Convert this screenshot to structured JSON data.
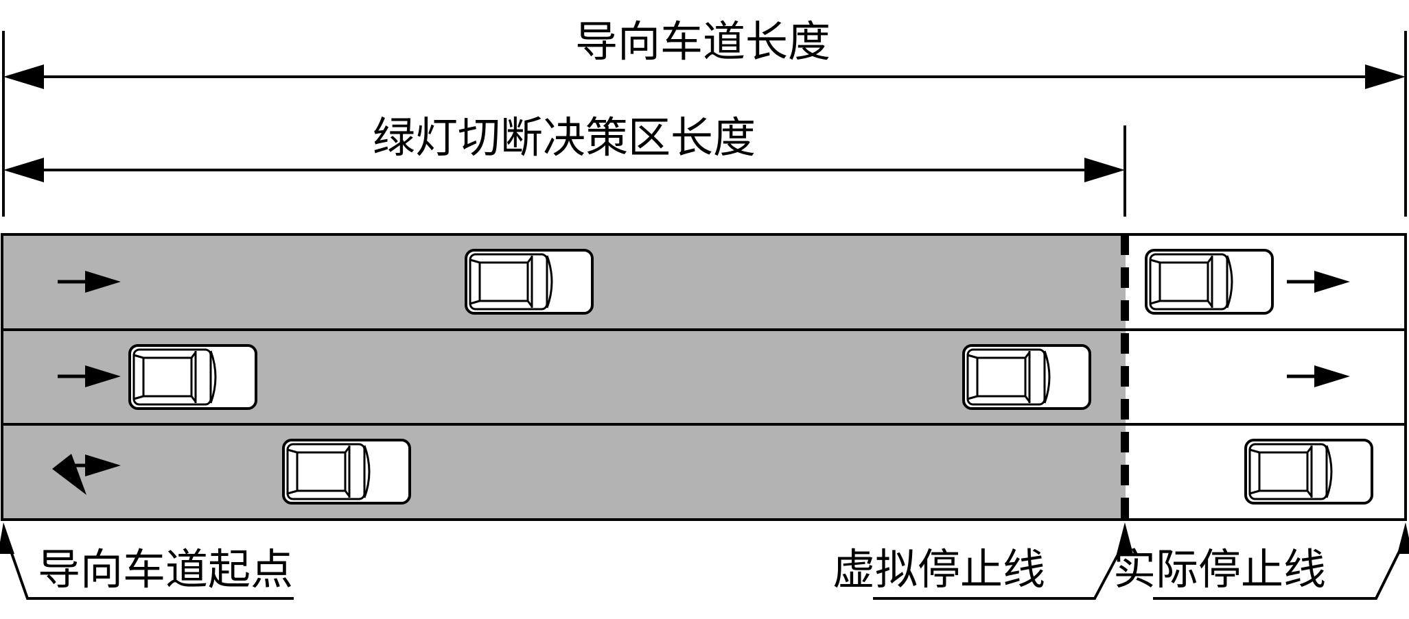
{
  "labels": {
    "guide_lane_length": "导向车道长度",
    "decision_zone_length": "绿灯切断决策区长度",
    "guide_lane_start": "导向车道起点",
    "virtual_stop_line": "虚拟停止线",
    "actual_stop_line": "实际停止线"
  },
  "colors": {
    "zone_fill": "#b3b3b3",
    "line": "#000000",
    "background": "#ffffff",
    "car_body": "#ffffff"
  },
  "lanes": [
    {
      "lane": 1,
      "direction_marking": "straight",
      "downstream_marking": "straight"
    },
    {
      "lane": 2,
      "direction_marking": "straight",
      "downstream_marking": "straight"
    },
    {
      "lane": 3,
      "direction_marking": "straight-left",
      "downstream_marking": "none"
    }
  ],
  "icons": [
    "car-icon",
    "straight-arrow-icon",
    "straight-left-arrow-icon",
    "dimension-arrow-icon",
    "pointer-arrow-icon"
  ]
}
